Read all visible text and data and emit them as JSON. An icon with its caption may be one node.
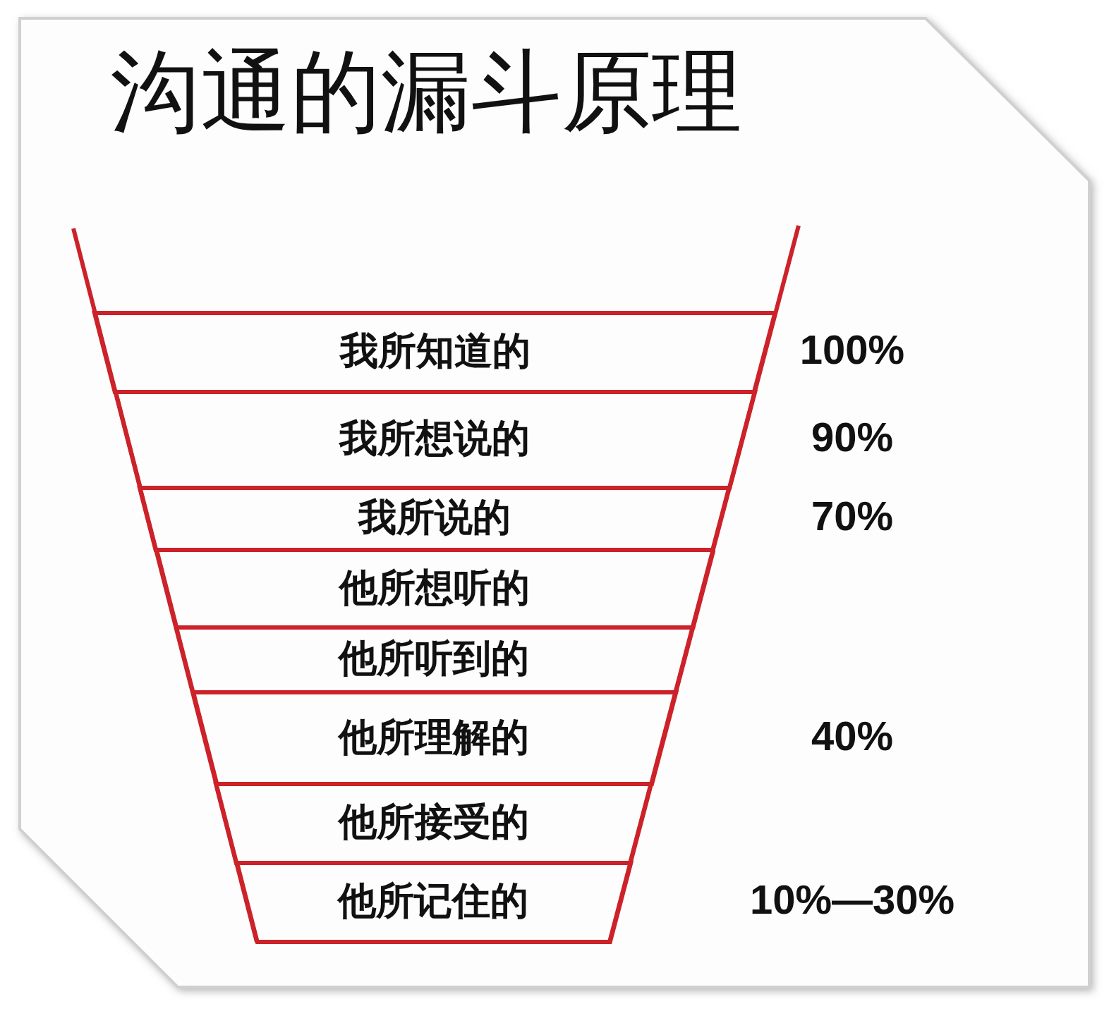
{
  "diagram": {
    "title": "沟通的漏斗原理",
    "nodes": [
      {
        "text": [
          "我所知道的"
        ],
        "beside": [
          "100%"
        ]
      },
      {
        "text": [
          "我所想说的"
        ],
        "beside": [
          "90%"
        ]
      },
      {
        "text": [
          "我所说的"
        ],
        "beside": [
          "70%"
        ]
      },
      {
        "text": [
          "他所想听的"
        ]
      },
      {
        "text": [
          "他所听到的"
        ]
      },
      {
        "text": [
          "他所理解的"
        ],
        "beside": [
          "40%"
        ]
      },
      {
        "text": [
          "他所接受的"
        ]
      },
      {
        "text": [
          "他所记住的"
        ],
        "beside": [
          "10%—30%"
        ]
      }
    ]
  }
}
